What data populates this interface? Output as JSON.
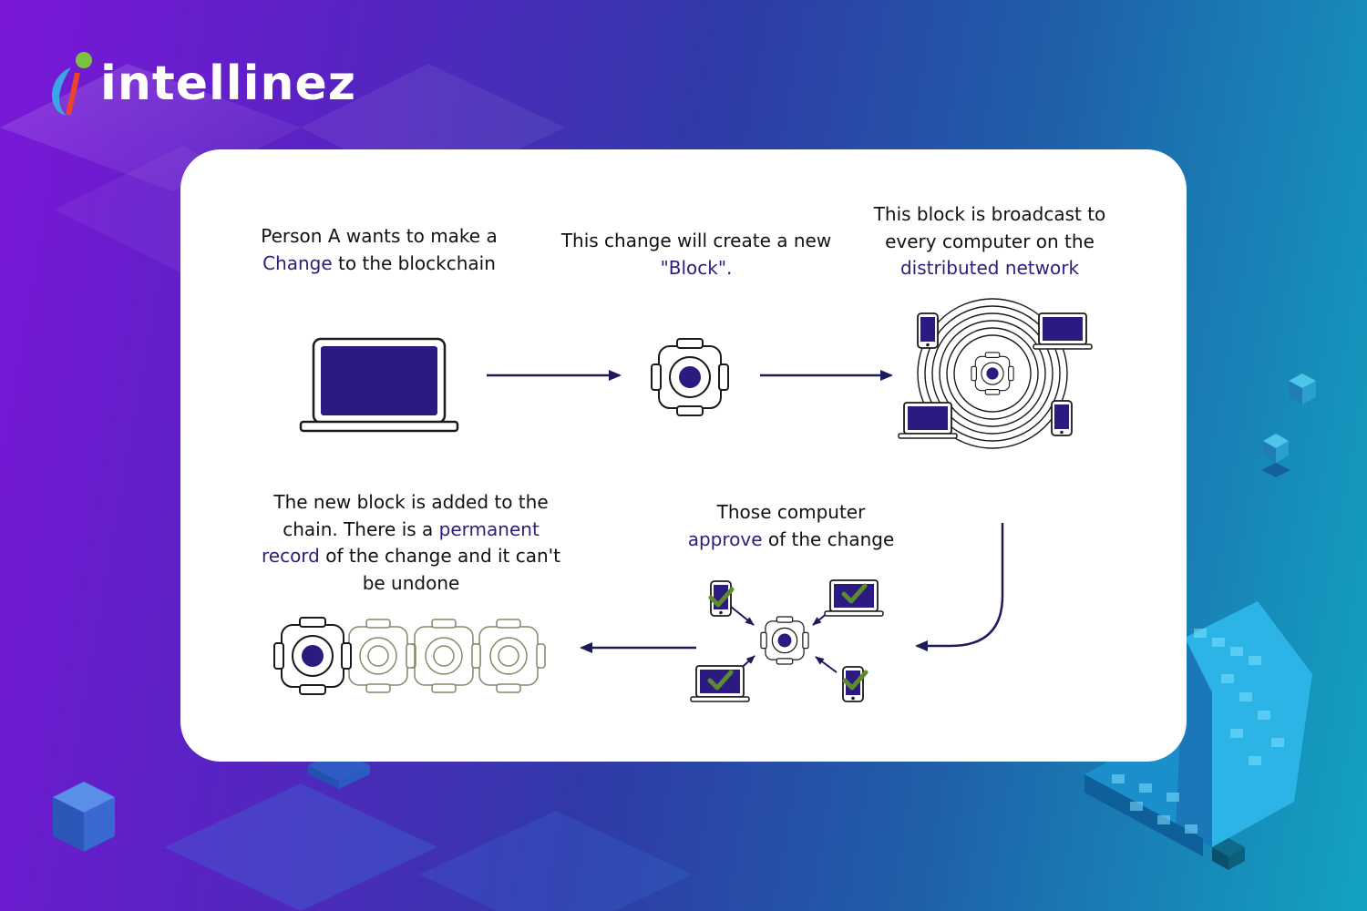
{
  "brand": {
    "name": "intellinez"
  },
  "colors": {
    "device_fill": "#2b1b80",
    "highlight_text": "#2b1f7a",
    "check": "#5c8a2c",
    "outline": "#1a1a1a"
  },
  "steps": {
    "step1": {
      "line1": "Person A wants to make a",
      "highlight": "Change",
      "line2_rest": " to the blockchain"
    },
    "step2": {
      "line1": "This change will create a new",
      "highlight": "\"Block\"."
    },
    "step3": {
      "line1": "This block is broadcast to",
      "line2": "every computer on the",
      "highlight": "distributed network"
    },
    "step4": {
      "line1": "Those computer",
      "highlight": "approve",
      "line2_rest": " of the change"
    },
    "step5": {
      "line1": "The new block is added to the",
      "line2_pre": "chain. There is a ",
      "highlight_a": "permanent",
      "highlight_b": "record",
      "line3_rest": " of the change and it can't",
      "line4": "be undone"
    }
  },
  "icons": [
    "laptop-icon",
    "block-icon",
    "broadcast-network-icon",
    "approval-network-icon",
    "blockchain-icon",
    "arrow-right-icon",
    "arrow-left-icon",
    "curved-arrow-icon"
  ]
}
